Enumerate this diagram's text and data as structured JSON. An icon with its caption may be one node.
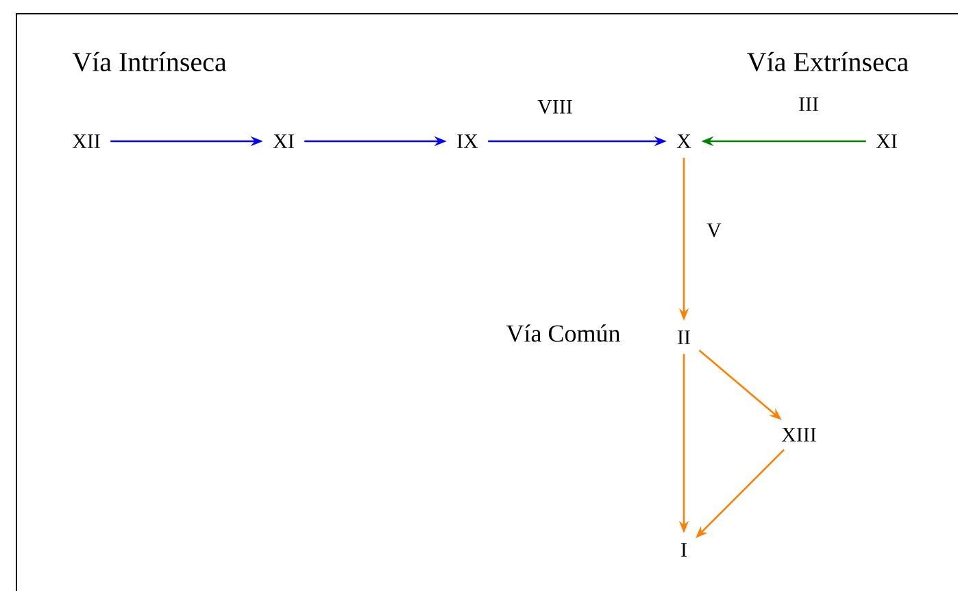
{
  "diagram": {
    "nodes": [
      {
        "text": [
          "XII"
        ]
      },
      {
        "text": [
          "XI"
        ]
      },
      {
        "text": [
          "IX"
        ]
      },
      {
        "text": [
          "X"
        ]
      },
      {
        "text": [
          "XI"
        ]
      },
      {
        "text": [
          "II"
        ]
      },
      {
        "text": [
          "XIII"
        ]
      },
      {
        "text": [
          "I"
        ]
      }
    ],
    "edges": [
      {
        "from": 0,
        "to": 1,
        "arrow": "to",
        "color": "#0000ff"
      },
      {
        "from": 1,
        "to": 2,
        "arrow": "to",
        "color": "#0000ff"
      },
      {
        "from": 2,
        "to": 3,
        "arrow": "to",
        "label": "VIII",
        "color": "#0000ff"
      },
      {
        "from": 4,
        "to": 3,
        "arrow": "to",
        "label": "III",
        "color": "#008000"
      },
      {
        "from": 3,
        "to": 5,
        "arrow": "to",
        "label": "V",
        "color": "#ff8000"
      },
      {
        "from": 5,
        "to": 6,
        "arrow": "to",
        "color": "#ff8000"
      },
      {
        "from": 6,
        "to": 7,
        "arrow": "to",
        "color": "#ff8000"
      },
      {
        "from": 5,
        "to": 7,
        "arrow": "to",
        "color": "#ff8000"
      }
    ],
    "labels": [
      "Vía Intrínseca",
      "Vía Extrínseca",
      "Vía Común"
    ]
  }
}
